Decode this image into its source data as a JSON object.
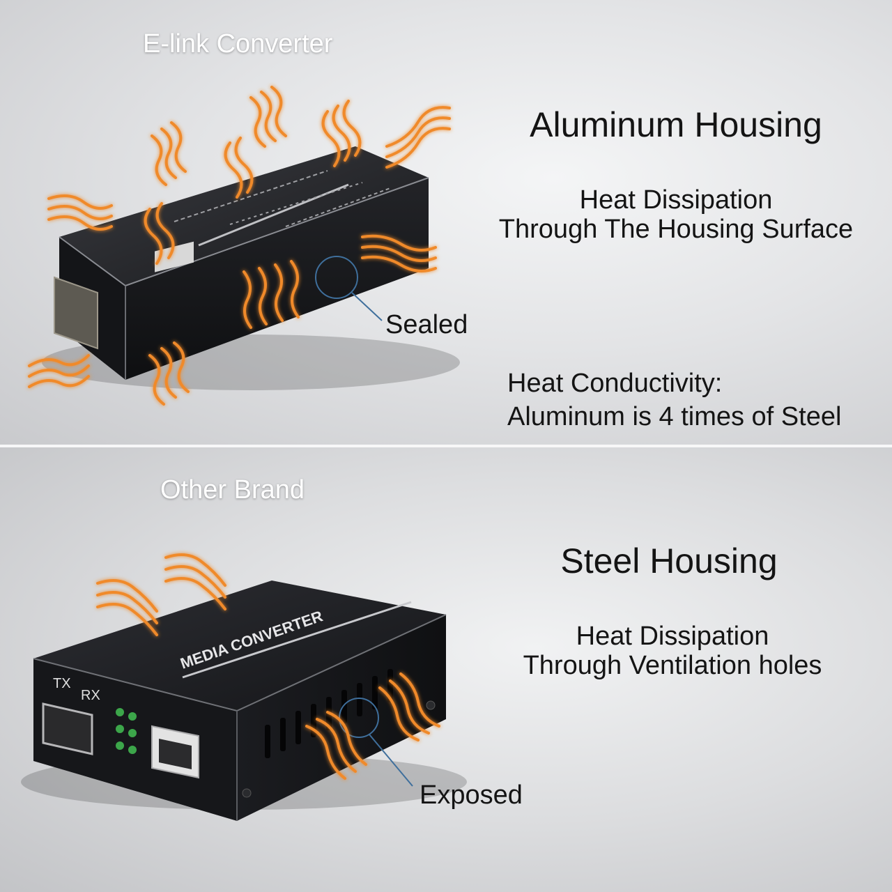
{
  "top": {
    "brand_label": "E-link Converter",
    "heading": "Aluminum Housing",
    "dissipation_line1": "Heat Dissipation",
    "dissipation_line2": "Through The Housing Surface",
    "callout": "Sealed",
    "conductivity_line1": "Heat Conductivity:",
    "conductivity_line2": "Aluminum is 4 times of Steel"
  },
  "bottom": {
    "brand_label": "Other Brand",
    "heading": "Steel Housing",
    "dissipation_line1": "Heat Dissipation",
    "dissipation_line2": "Through Ventilation holes",
    "callout": "Exposed",
    "device_label": "MEDIA CONVERTER",
    "port_tx": "TX",
    "port_rx": "RX"
  },
  "colors": {
    "heat_wave": "#f08a2c",
    "heat_glow": "#ffb060",
    "device_body": "#1c1d20",
    "callout_line": "#4a7fb0"
  }
}
